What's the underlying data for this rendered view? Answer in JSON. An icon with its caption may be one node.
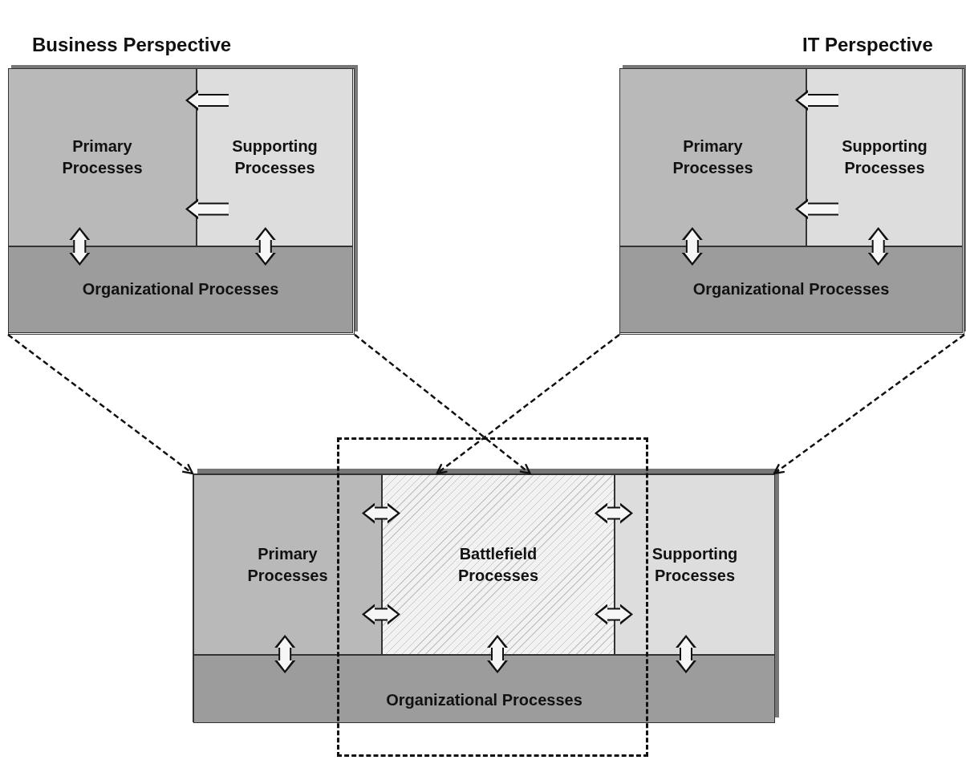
{
  "diagram": {
    "nodes": [
      {
        "text": [
          "Business Perspective"
        ]
      },
      {
        "text": [
          "Primary Processes"
        ],
        "in": 0
      },
      {
        "text": [
          "Supporting Processes"
        ],
        "in": 0
      },
      {
        "text": [
          "Organizational Processes"
        ],
        "in": 0
      },
      {
        "text": [
          "IT Perspective"
        ]
      },
      {
        "text": [
          "Primary Processes"
        ],
        "in": 4
      },
      {
        "text": [
          "Supporting Processes"
        ],
        "in": 4
      },
      {
        "text": [
          "Organizational Processes"
        ],
        "in": 4
      },
      {
        "text": [],
        "shape": "box"
      },
      {
        "text": [
          "Primary Processes"
        ],
        "in": 8
      },
      {
        "text": [
          "Battlefield Processes"
        ],
        "in": 8
      },
      {
        "text": [
          "Supporting Processes"
        ],
        "in": 8
      },
      {
        "text": [
          "Organizational Processes"
        ],
        "in": 8
      }
    ],
    "edges": [
      {
        "from": 2,
        "to": 1,
        "arrow": "to"
      },
      {
        "from": 2,
        "to": 1,
        "arrow": "to"
      },
      {
        "from": 1,
        "to": 3,
        "arrow": "both"
      },
      {
        "from": 2,
        "to": 3,
        "arrow": "both"
      },
      {
        "from": 6,
        "to": 5,
        "arrow": "to"
      },
      {
        "from": 6,
        "to": 5,
        "arrow": "to"
      },
      {
        "from": 5,
        "to": 7,
        "arrow": "both"
      },
      {
        "from": 6,
        "to": 7,
        "arrow": "both"
      },
      {
        "from": 0,
        "to": 8,
        "arrow": "to",
        "style": "dashed"
      },
      {
        "from": 0,
        "to": 10,
        "arrow": "to",
        "style": "dashed"
      },
      {
        "from": 4,
        "to": 10,
        "arrow": "to",
        "style": "dashed"
      },
      {
        "from": 4,
        "to": 8,
        "arrow": "to",
        "style": "dashed"
      },
      {
        "from": 10,
        "to": 9,
        "arrow": "both"
      },
      {
        "from": 10,
        "to": 9,
        "arrow": "both"
      },
      {
        "from": 10,
        "to": 11,
        "arrow": "both"
      },
      {
        "from": 10,
        "to": 11,
        "arrow": "both"
      },
      {
        "from": 9,
        "to": 12,
        "arrow": "both"
      },
      {
        "from": 10,
        "to": 12,
        "arrow": "both"
      },
      {
        "from": 11,
        "to": 12,
        "arrow": "both"
      }
    ]
  }
}
